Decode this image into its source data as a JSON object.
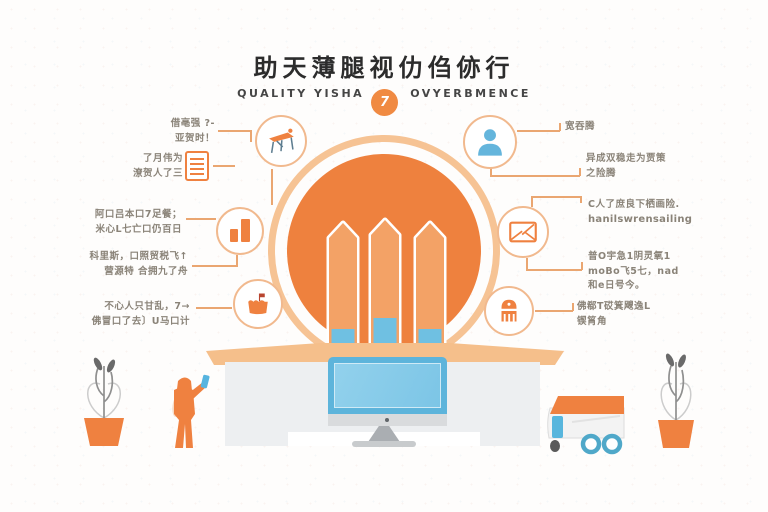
{
  "header": {
    "title": "助天薄腿视仂㑇㑊行",
    "subtitle_left": "QUALITY YISHA",
    "badge": "7",
    "subtitle_right": "OVYERBMENCE"
  },
  "callouts_left": [
    {
      "line1": "借亳强 ?-",
      "line2": "亚贺时！"
    },
    {
      "line1": "了月伟为",
      "line2": "潦贺人了三"
    },
    {
      "line1": "阿口吕本口7足餐；",
      "line2": "米心L七亡口仍百日"
    },
    {
      "line1": "科里斯，口照贸税飞↑",
      "line2": "营源特 合拥九了舟"
    },
    {
      "line1": "不心人只甘乱，7→",
      "line2": "佛冒口了去〕U马口计"
    }
  ],
  "callouts_right": [
    {
      "line1": "宽吞腾"
    },
    {
      "line1": "异成双稳走为贾策",
      "line2": "之险腾"
    },
    {
      "line1": "C人了庶良下栖画险.",
      "line2": "hanilswrensailing"
    },
    {
      "line1": "普O宇急1阴灵氧1",
      "line2": "moBo飞5七，nad",
      "line3": "和e日号今。"
    },
    {
      "line1": "佛郗T砹箕飕逸L",
      "line2": "锲筲角"
    }
  ],
  "icons": {
    "left": [
      "desk-icon",
      "document-icon",
      "bar-chart-icon",
      "basket-icon"
    ],
    "right": [
      "person-icon",
      "envelope-icon",
      "store-icon"
    ],
    "scene": [
      "central-circle",
      "tower-bars",
      "platform",
      "monitor",
      "person-figure",
      "plant-left",
      "plant-right",
      "truck"
    ]
  },
  "colors": {
    "accent_orange": "#EF813E",
    "peach_ring": "#F6C394",
    "tower_orange": "#F3A266",
    "blue": "#63B8DE",
    "light_blue": "#87CBE9",
    "wall_gray": "#EDEFF1",
    "text_dark": "#2C2C2C",
    "label_gray": "#8A8378",
    "line_orange": "#EAA671"
  }
}
